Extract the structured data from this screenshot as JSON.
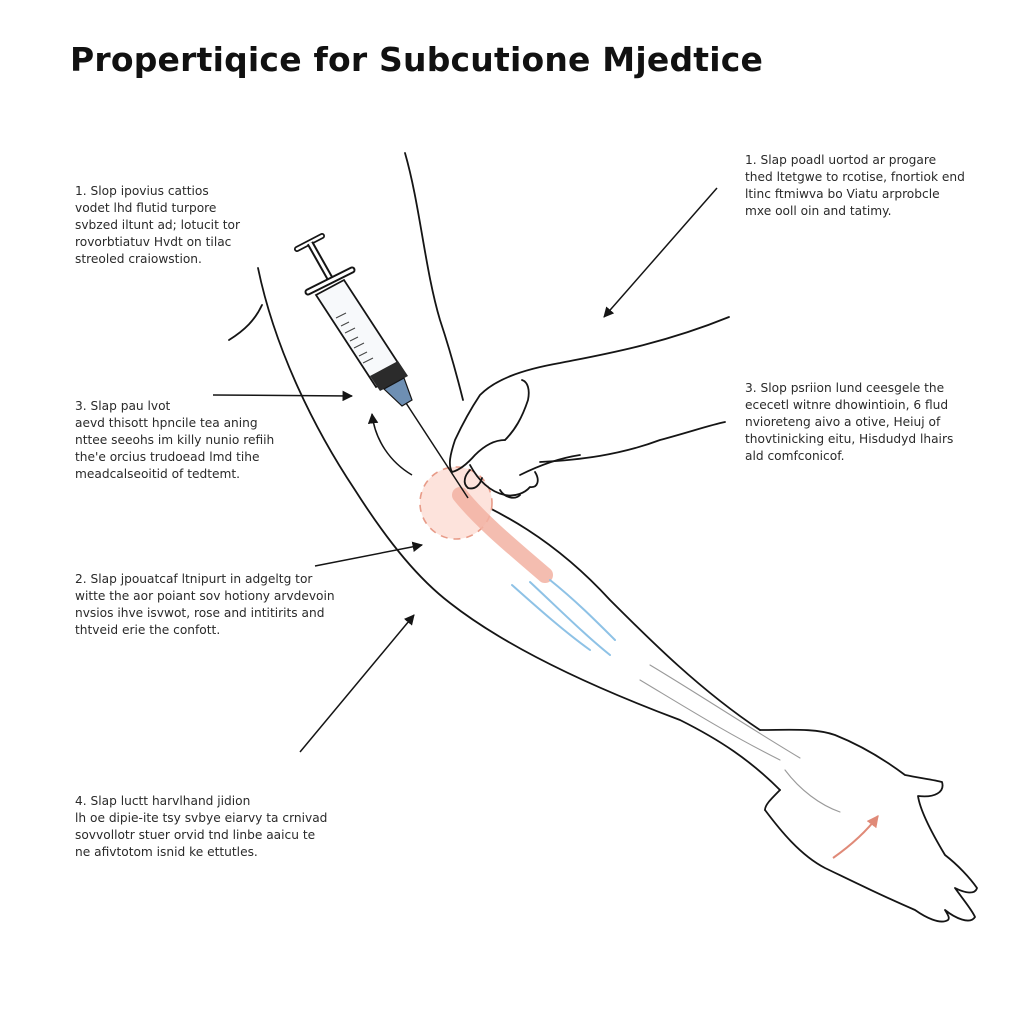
{
  "title": "Propertiqice for Subcutione Mjedtice",
  "steps": {
    "top_left": {
      "lines": [
        "1.  Slop ipovius cattios",
        "vodet lhd flutid turpore",
        "svbzed iltunt ad; lotucit tor",
        "rovorbtiatuv Hvdt on tilac",
        "streoled craiowstion."
      ]
    },
    "top_right": {
      "lines": [
        "1.  Slap poadl uortod ar progare",
        "thed ltetgwe to rcotise, fnortiok end",
        "ltinc ftmiwva bo Viatu arprobcle",
        "mxe ooll oin and tatimy."
      ]
    },
    "mid_left": {
      "lines": [
        "3.  Slap pau lvot",
        "aevd thisott hpncile tea aning",
        "nttee seeohs im killy nunio refiih",
        "the'e orcius trudoead lmd tihe",
        "meadcalseoitid of tedtemt."
      ]
    },
    "mid_right": {
      "lines": [
        "3.  Slop psriion lund ceesgele the",
        "ececetl witnre dhowintioin, 6 flud",
        "nvioreteng aivo a otive, Heiuj of",
        "thovtinicking eitu, Hisdudyd lhairs",
        "ald comfconicof."
      ]
    },
    "lower_left": {
      "lines": [
        "2.  Slap jpouatcaf ltnipurt in adgeltg tor",
        "witte the aor poiant sov hotiony arvdevoin",
        "nvsios ihve isvwot, rose and intitirits and",
        "thtveid erie the confott."
      ]
    },
    "bottom_left": {
      "lines": [
        "4.  Slap luctt harvlhand jidion",
        "lh oe dipie-ite tsy svbye eiarvy ta crnivad",
        "sovvollotr stuer orvid tnd linbe aaicu te",
        "ne afivtotom isnid ke ettutles."
      ]
    }
  },
  "colors": {
    "line": "#151515",
    "skin_highlight": "#f2b2a2",
    "vein_blue": "#8ec2e6",
    "plunger": "#2b2b2b",
    "needle_hub": "#6e8fb3"
  },
  "icons": [
    "syringe-icon",
    "arrow-icon"
  ]
}
